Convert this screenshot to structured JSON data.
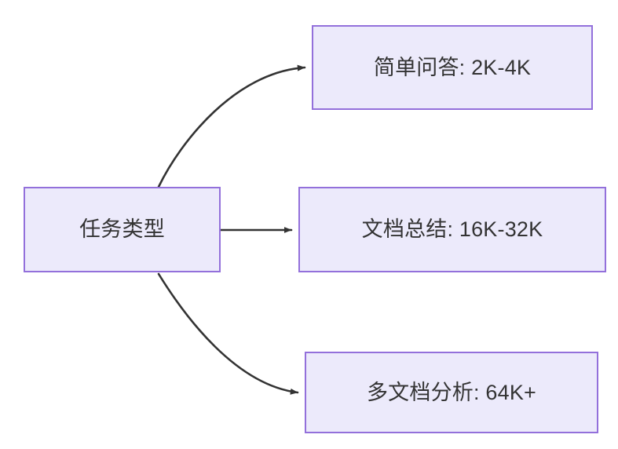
{
  "diagram": {
    "type": "flowchart",
    "direction": "left-to-right",
    "title": "任务类型",
    "background_color": "#FFFFFF",
    "node_fill_color": "#ECEAFB",
    "node_border_color": "#9370DB",
    "node_text_color": "#333333",
    "edge_color": "#333333",
    "source_node": {
      "id": "task-type",
      "label": "任务类型"
    },
    "target_nodes": [
      {
        "id": "simple-qa",
        "label": "简单问答: 2K-4K"
      },
      {
        "id": "doc-summary",
        "label": "文档总结: 16K-32K"
      },
      {
        "id": "multi-doc-analysis",
        "label": "多文档分析: 64K+"
      }
    ],
    "edges": [
      {
        "id": "edge-to-simple-qa",
        "from": "task-type",
        "to": "simple-qa",
        "style": "curved",
        "arrow": "triangle"
      },
      {
        "id": "edge-to-doc-summary",
        "from": "task-type",
        "to": "doc-summary",
        "style": "straight",
        "arrow": "triangle"
      },
      {
        "id": "edge-to-multi-doc-analysis",
        "from": "task-type",
        "to": "multi-doc-analysis",
        "style": "curved",
        "arrow": "triangle"
      }
    ]
  }
}
